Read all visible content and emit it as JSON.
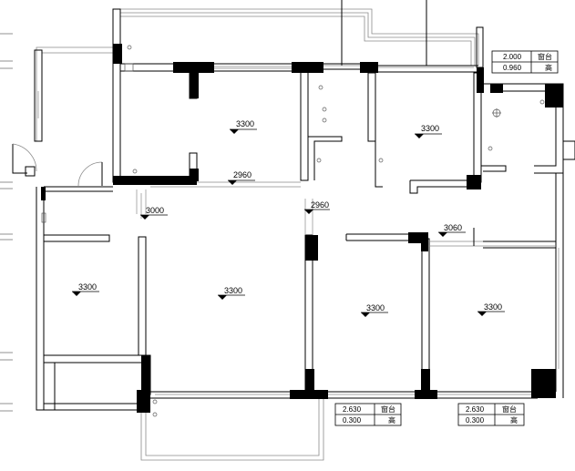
{
  "elevation_marks": [
    {
      "id": "room-1",
      "value": "3300"
    },
    {
      "id": "room-2",
      "value": "3300"
    },
    {
      "id": "beam-1",
      "value": "2960"
    },
    {
      "id": "beam-2",
      "value": "2960"
    },
    {
      "id": "corridor",
      "value": "3000"
    },
    {
      "id": "beam-3",
      "value": "3060"
    },
    {
      "id": "room-3",
      "value": "3300"
    },
    {
      "id": "room-4",
      "value": "3300"
    },
    {
      "id": "room-5",
      "value": "3300"
    },
    {
      "id": "room-6",
      "value": "3300"
    }
  ],
  "window_tables": [
    {
      "id": "top-right",
      "rows": [
        [
          "2.000",
          "窗台"
        ],
        [
          "0.960",
          "高"
        ]
      ]
    },
    {
      "id": "bottom-mid",
      "rows": [
        [
          "2.630",
          "窗台"
        ],
        [
          "0.300",
          "高"
        ]
      ]
    },
    {
      "id": "bottom-right",
      "rows": [
        [
          "2.630",
          "窗台"
        ],
        [
          "0.300",
          "高"
        ]
      ]
    }
  ]
}
